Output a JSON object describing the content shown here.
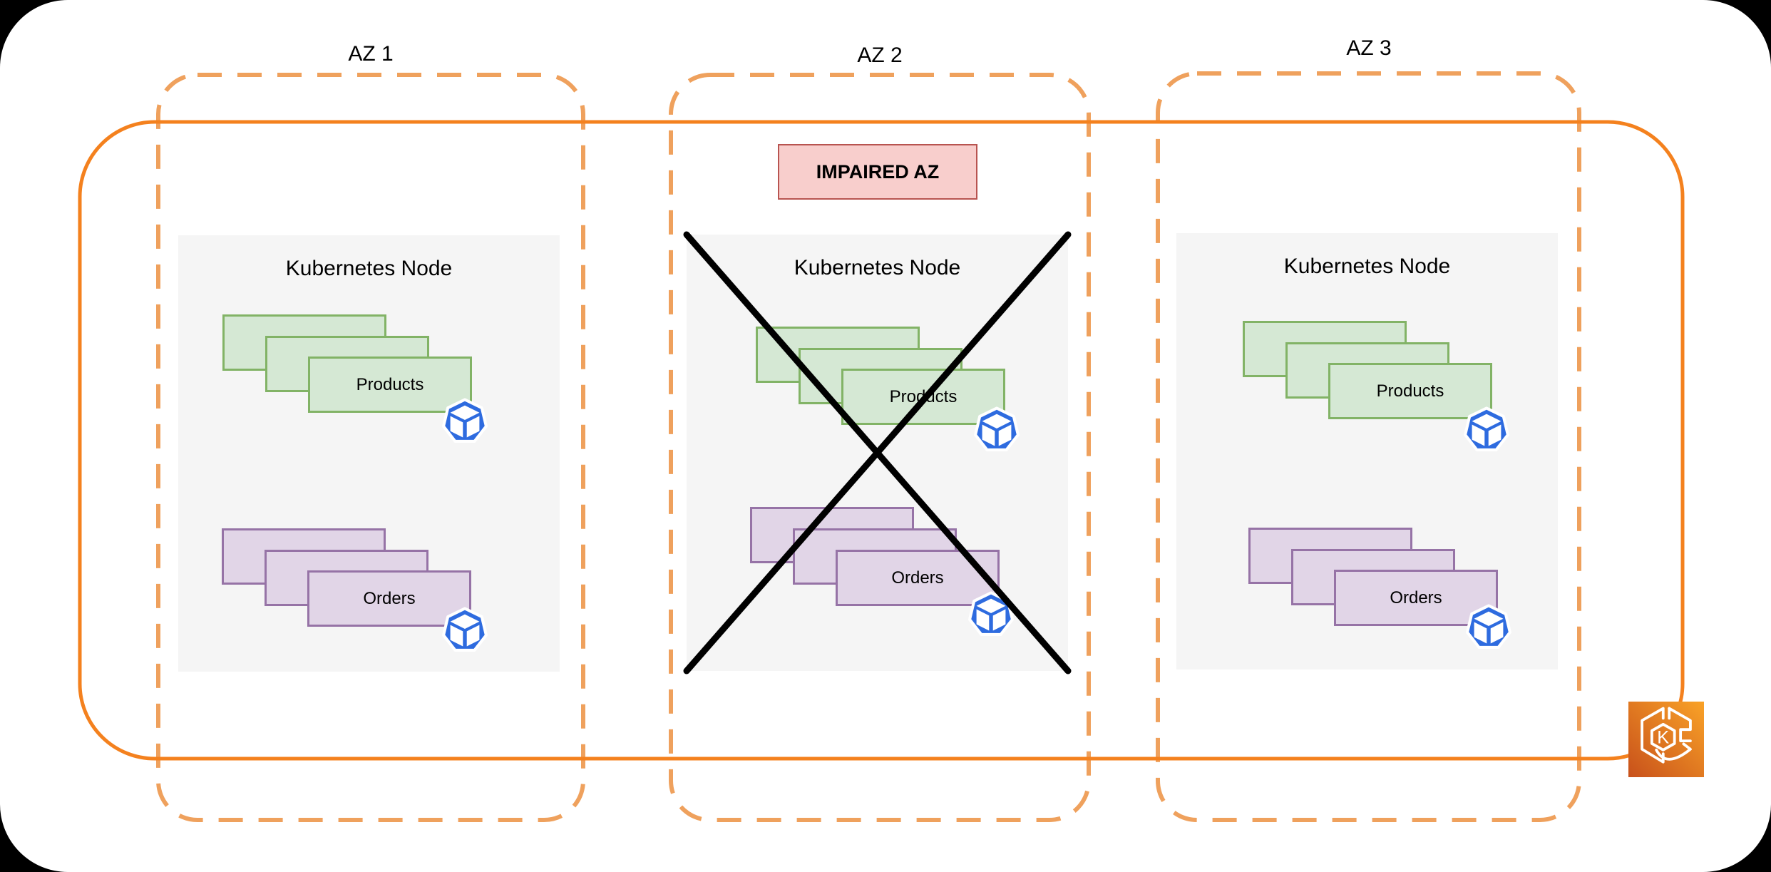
{
  "diagram_title": "EKS cluster across three availability zones with one impaired AZ",
  "cluster": {
    "border_color": "#F4811E",
    "icon_letter": "K",
    "icon_gradient_start": "#C8511B",
    "icon_gradient_end": "#F9A227"
  },
  "impaired_banner": {
    "label": "IMPAIRED AZ",
    "fill": "#F8CECC",
    "border": "#B85450"
  },
  "azs": [
    {
      "label": "AZ 1",
      "impaired": false,
      "node": {
        "title": "Kubernetes Node",
        "pod_groups": [
          {
            "label": "Products",
            "replicas": 3,
            "fill": "#D5E8D4",
            "border": "#82B366"
          },
          {
            "label": "Orders",
            "replicas": 3,
            "fill": "#E1D5E7",
            "border": "#9673A6"
          }
        ]
      }
    },
    {
      "label": "AZ 2",
      "impaired": true,
      "node": {
        "title": "Kubernetes Node",
        "pod_groups": [
          {
            "label": "Products",
            "replicas": 3,
            "fill": "#D5E8D4",
            "border": "#82B366"
          },
          {
            "label": "Orders",
            "replicas": 3,
            "fill": "#E1D5E7",
            "border": "#9673A6"
          }
        ]
      }
    },
    {
      "label": "AZ 3",
      "impaired": false,
      "node": {
        "title": "Kubernetes Node",
        "pod_groups": [
          {
            "label": "Products",
            "replicas": 3,
            "fill": "#D5E8D4",
            "border": "#82B366"
          },
          {
            "label": "Orders",
            "replicas": 3,
            "fill": "#E1D5E7",
            "border": "#9673A6"
          }
        ]
      }
    }
  ],
  "colors": {
    "az_dash_border": "#EFA15D",
    "cluster_border": "#F4811E",
    "node_fill": "#F5F5F5",
    "pod_icon_blue": "#2E6BDF",
    "cross": "#000000",
    "canvas": "#FFFFFF",
    "page_background": "#000000"
  }
}
